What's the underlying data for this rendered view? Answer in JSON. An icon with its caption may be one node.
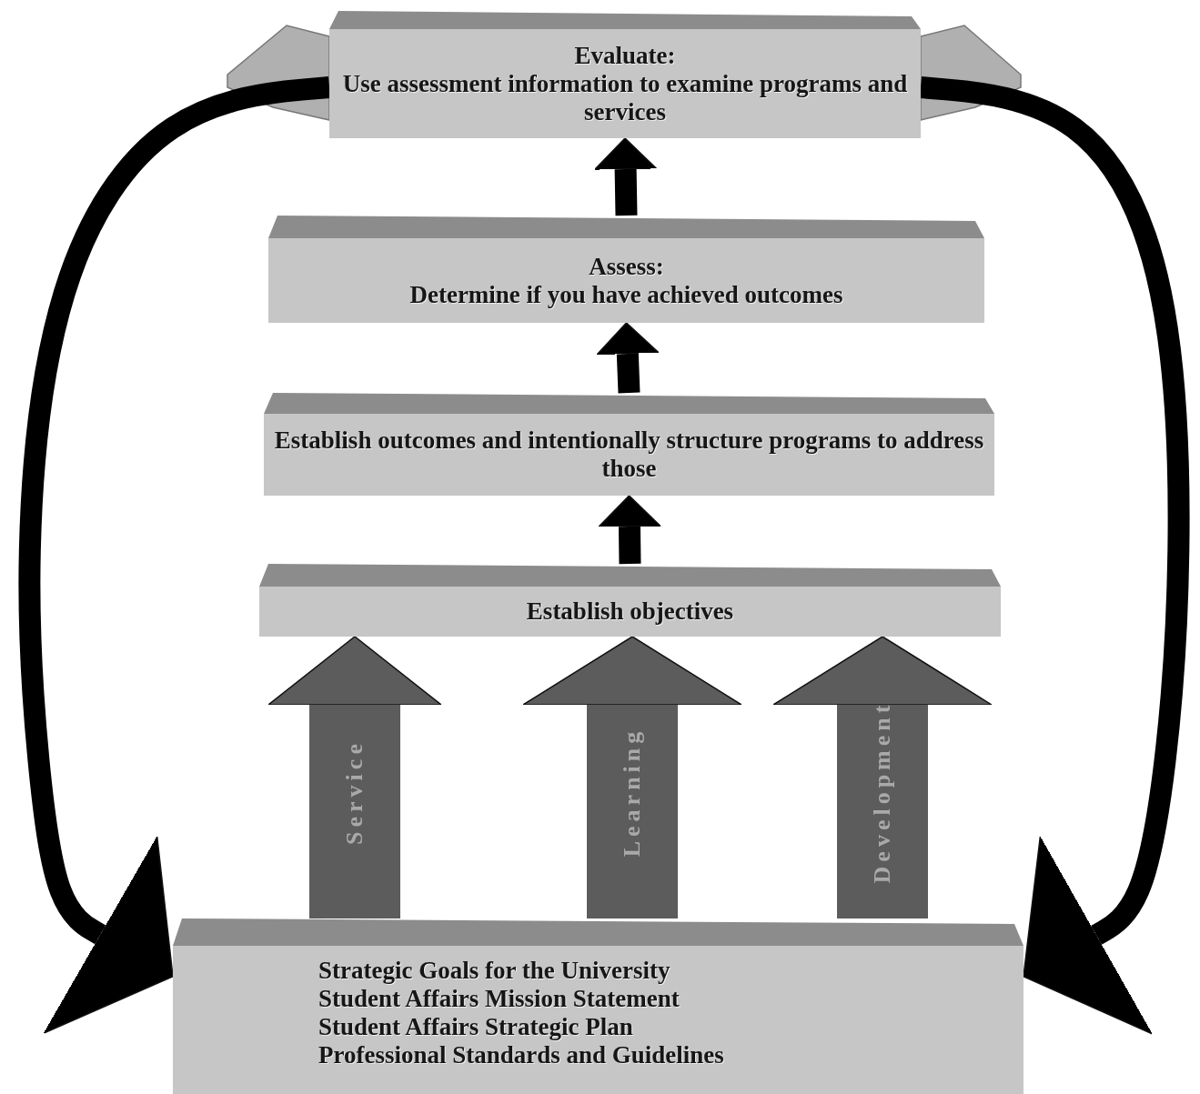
{
  "diagram": {
    "nodes": [
      {
        "text": [
          "Evaluate:",
          "Use assessment information to examine programs and services"
        ]
      },
      {
        "text": [
          "Assess:",
          "Determine if you have achieved outcomes"
        ]
      },
      {
        "text": [
          "Establish outcomes and intentionally structure programs to address those"
        ]
      },
      {
        "text": [
          "Establish objectives"
        ]
      },
      {
        "text": [
          "Strategic Goals for the University",
          "Student Affairs Mission Statement",
          "Student Affairs Strategic Plan",
          "Professional Standards and Guidelines"
        ]
      }
    ],
    "edges": [
      {
        "from": 3,
        "to": 2,
        "arrow": "to"
      },
      {
        "from": 2,
        "to": 1,
        "arrow": "to"
      },
      {
        "from": 1,
        "to": 0,
        "arrow": "to"
      },
      {
        "from": 0,
        "to": 4,
        "arrow": "to"
      },
      {
        "from": 0,
        "to": 4,
        "arrow": "to"
      },
      {
        "from": 4,
        "to": 3,
        "arrow": "to",
        "label": "Service",
        "style": "thick",
        "color": "#5c5c5c"
      },
      {
        "from": 4,
        "to": 3,
        "arrow": "to",
        "label": "Learning",
        "style": "thick",
        "color": "#5c5c5c"
      },
      {
        "from": 4,
        "to": 3,
        "arrow": "to",
        "label": "Development",
        "style": "thick",
        "color": "#5c5c5c"
      }
    ]
  }
}
